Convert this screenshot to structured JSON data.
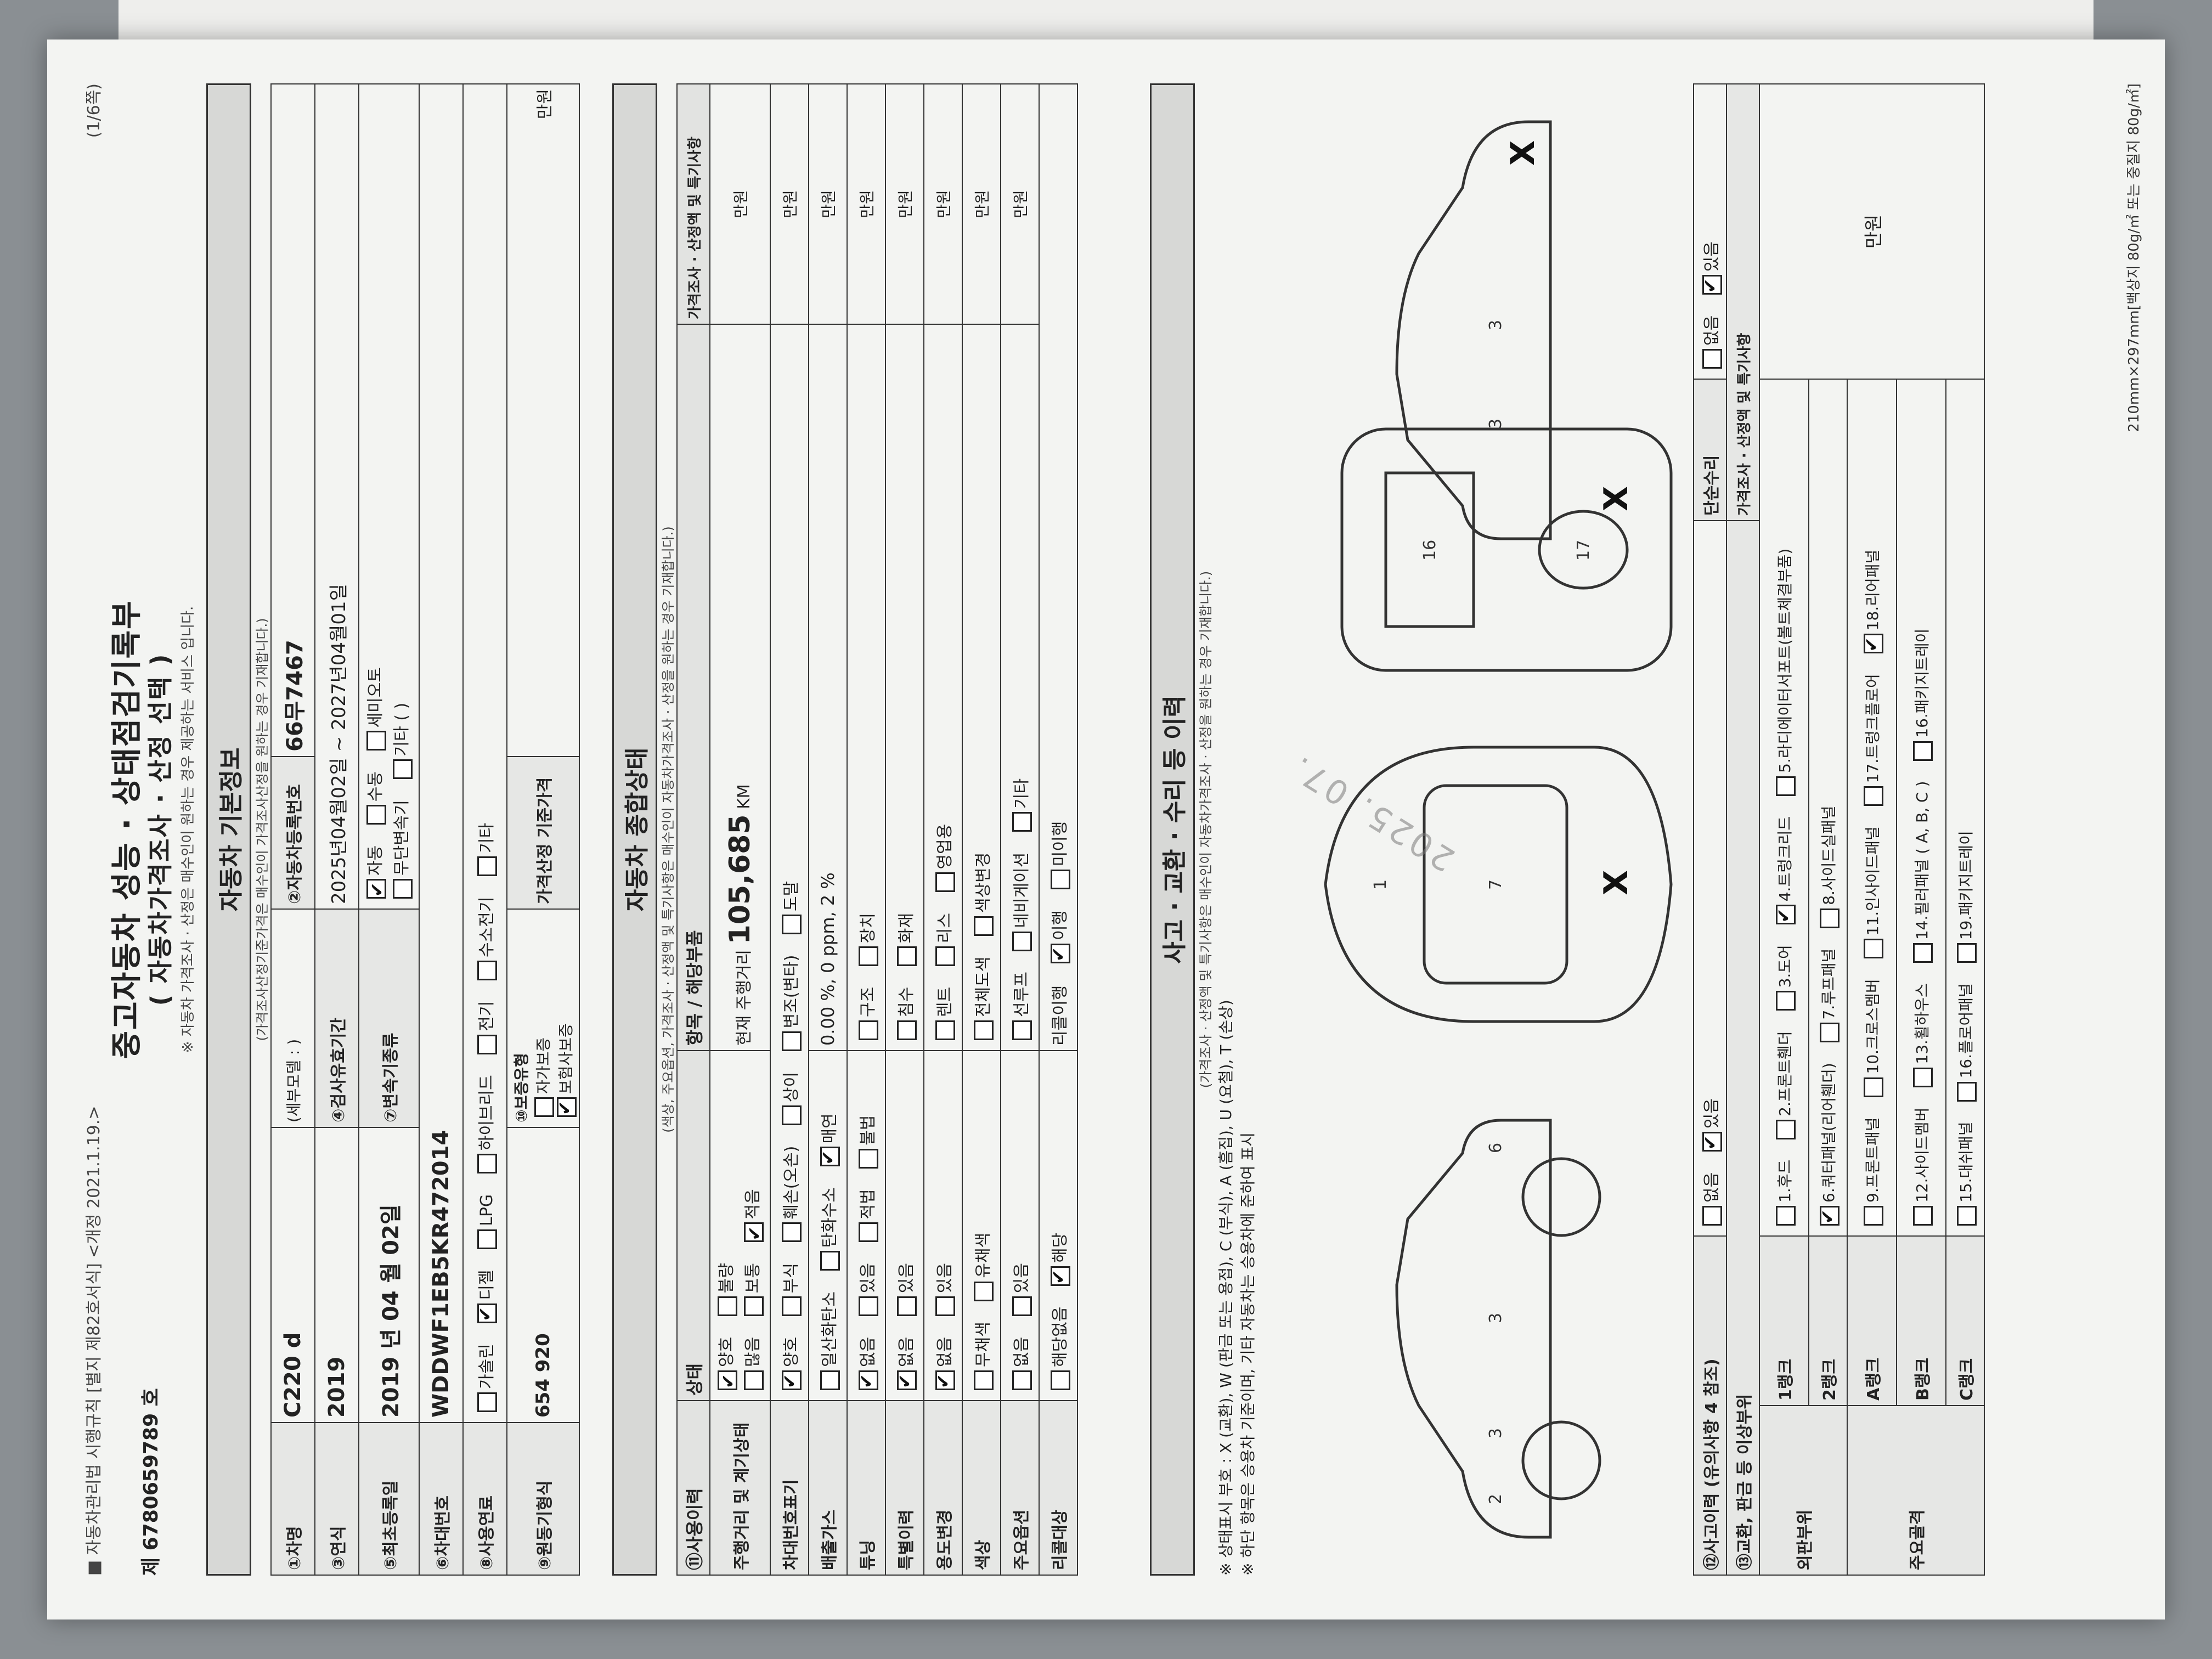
{
  "header": {
    "form_note": "■ 자동차관리법 시행규칙 [별지 제82호서식] <개정 2021.1.19.>",
    "page": "(1/6쪽)",
    "record_no": "제 6780659789 호",
    "title1": "중고자동차 성능 · 상태점검기록부",
    "title2": "( 자동차가격조사 · 산정 선택 )",
    "title_note": "※ 자동차 가격조사 · 산정은 매수인이 원하는 경우 제공하는 서비스 입니다."
  },
  "basic": {
    "section": "자동차 기본정보",
    "note": "(가격조사산정기준가격은 매수인이 가격조사산정을 원하는 경우 기재합니다.)",
    "car_name_label": "①차명",
    "car_name": "C220 d",
    "detail_model_label": "(세부모델 : )",
    "reg_no_label": "②자동차등록번호",
    "reg_no": "66무7467",
    "year_label": "③연식",
    "year": "2019",
    "inspection_label": "④검사유효기간",
    "inspection": "2025년04월02일 ~ 2027년04월01일",
    "first_reg_label": "⑤최초등록일",
    "first_reg": "2019 년 04 월 02일",
    "transmission_label": "⑦변속기종류",
    "trans_auto": "자동",
    "trans_manual": "수동",
    "trans_semi": "세미오토",
    "trans_cvt": "무단변속기",
    "trans_other": "기타 ( )",
    "vin_label": "⑥차대번호",
    "vin": "WDDWF1EB5KR472014",
    "fuel_label": "⑧사용연료",
    "fuel_opts": [
      "가솔린",
      "디젤",
      "LPG",
      "하이브리드",
      "전기",
      "수소전기",
      "기타"
    ],
    "motor_label": "⑨원동기형식",
    "motor": "654 920",
    "warranty_label": "⑩보증유형",
    "warranty_opts": [
      "자가보증",
      "보험사보증"
    ],
    "base_price_label": "가격산정 기준가격",
    "unit_manwon": "만원"
  },
  "state": {
    "section": "자동차 종합상태",
    "note": "(색상, 주요옵션, 가격조사 · 산정액 및 특기사항은 매수인이 자동차가격조사 · 산정을 원하는 경우 기재합니다.)",
    "col_usage": "⑪사용이력",
    "col_status": "상태",
    "col_item": "항목 / 해당부품",
    "col_price": "가격조사 · 산정액 및 특기사항",
    "mileage_label": "주행거리 및 계기상태",
    "mileage_opts": [
      "양호",
      "불량"
    ],
    "mileage_opts2": [
      "많음",
      "보통",
      "적음"
    ],
    "mileage_value_label": "현재 주행거리",
    "mileage_value": "105,685",
    "mileage_unit": "KM",
    "vin_mark_label": "차대번호표기",
    "vin_mark_opts": [
      "양호",
      "부식",
      "훼손(오손)",
      "상이",
      "변조(변타)",
      "도말"
    ],
    "emission_label": "배출가스",
    "emission_opts": [
      "일산화탄소",
      "탄화수소",
      "매연"
    ],
    "emission_vals": "0.00 %,    0 ppm,    2 %",
    "tuning_label": "튜닝",
    "tuning_opts": [
      "없음",
      "있음",
      "적법",
      "불법",
      "구조",
      "장치"
    ],
    "special_label": "특별이력",
    "special_opts": [
      "없음",
      "있음",
      "침수",
      "화재"
    ],
    "usage_change_label": "용도변경",
    "usage_change_opts": [
      "없음",
      "있음",
      "렌트",
      "리스",
      "영업용"
    ],
    "color_label": "색상",
    "color_opts": [
      "무채색",
      "유채색",
      "전체도색",
      "색상변경"
    ],
    "options_label": "주요옵션",
    "options_opts": [
      "없음",
      "있음",
      "선루프",
      "네비게이션",
      "기타"
    ],
    "recall_label": "리콜대상",
    "recall_opts": [
      "해당없음",
      "해당",
      "리콜이행",
      "이행",
      "미이행"
    ]
  },
  "accident": {
    "section": "사고 · 교환 · 수리 등 이력",
    "note": "(가격조사 · 산정액 및 특기사항은 매수인이 자동차가격조사 · 산정을 원하는 경우 기재합니다.)",
    "legend1": "※ 상태표시 부호 : X (교환), W (판금 또는 용접), C (부식), A (흠집), U (요철), T (손상)",
    "legend2": "※ 하단 항목은 승용차 기준이며, 기타 자동차는 승용차에 준하여 표시",
    "accident_label": "⑫사고이력 (유의사항 4 참조)",
    "accident_opts": [
      "없음",
      "있음"
    ],
    "simple_repair": "단순수리",
    "simple_opts": [
      "없음",
      "있음"
    ],
    "replace_label": "⑬교환, 판금 등 이상부위",
    "outer": "외판부위",
    "frame": "주요골격",
    "rank1": "1랭크",
    "rank1_items": [
      "1.후드",
      "2.프론트휀더",
      "3.도어",
      "4.트렁크리드",
      "5.라디에이터서포트(볼트체결부품)"
    ],
    "rank2": "2랭크",
    "rank2_items": [
      "6.쿼터패널(리어휀더)",
      "7.루프패널",
      "8.사이드실패널"
    ],
    "rankA": "A랭크",
    "rankA_items": [
      "9.프론트패널",
      "10.크로스멤버",
      "11.인사이드패널",
      "17.트렁크플로어",
      "18.리어패널"
    ],
    "rankB": "B랭크",
    "rankB_items": [
      "12.사이드멤버",
      "13.휠하우스",
      "14.필러패널 ( A, B, C )",
      "16.패키지트레이"
    ],
    "rankC": "C랭크",
    "rankC_items": [
      "15.대쉬패널",
      "16.플로어패널",
      "19.패키지트레이"
    ],
    "x_mark": "X"
  },
  "stamp_text": "2025. 07.",
  "footer": "210mm×297mm[백상지 80g/㎡ 또는 중질지 80g/㎡]"
}
